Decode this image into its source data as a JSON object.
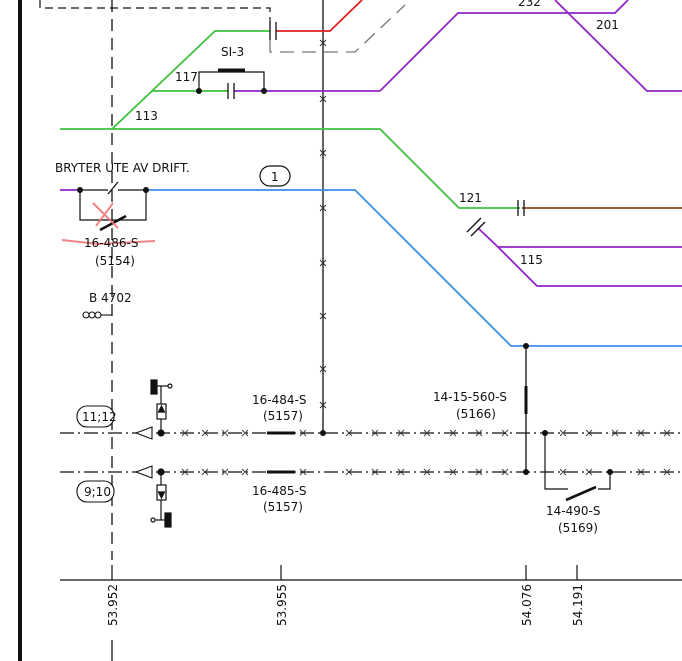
{
  "colors": {
    "green": "#3fc23f",
    "blue": "#3a8fe6",
    "purple": "#9124c8",
    "red": "#e02020",
    "brown": "#8b4a1c",
    "black": "#111111",
    "gray": "#777777",
    "pink": "#f07070"
  },
  "labels": {
    "top_232": "232",
    "label_201": "201",
    "si3": "SI-3",
    "track_117": "117",
    "track_113": "113",
    "bryter": "BRYTER UTE AV DRIFT.",
    "circle_1": "1",
    "track_121": "121",
    "track_115": "115",
    "switch_486": "16-486-S",
    "switch_486_num": "(5154)",
    "signal_b4702": "B 4702",
    "switch_484": "16-484-S",
    "switch_484_num": "(5157)",
    "switch_485": "16-485-S",
    "switch_485_num": "(5157)",
    "switch_560": "14-15-560-S",
    "switch_560_num": "(5166)",
    "switch_490": "14-490-S",
    "switch_490_num": "(5169)",
    "track_1112": "11;12",
    "track_910": "9;10",
    "km_53952": "53.952",
    "km_53955": "53.955",
    "km_54076": "54.076",
    "km_54191": "54.191"
  }
}
